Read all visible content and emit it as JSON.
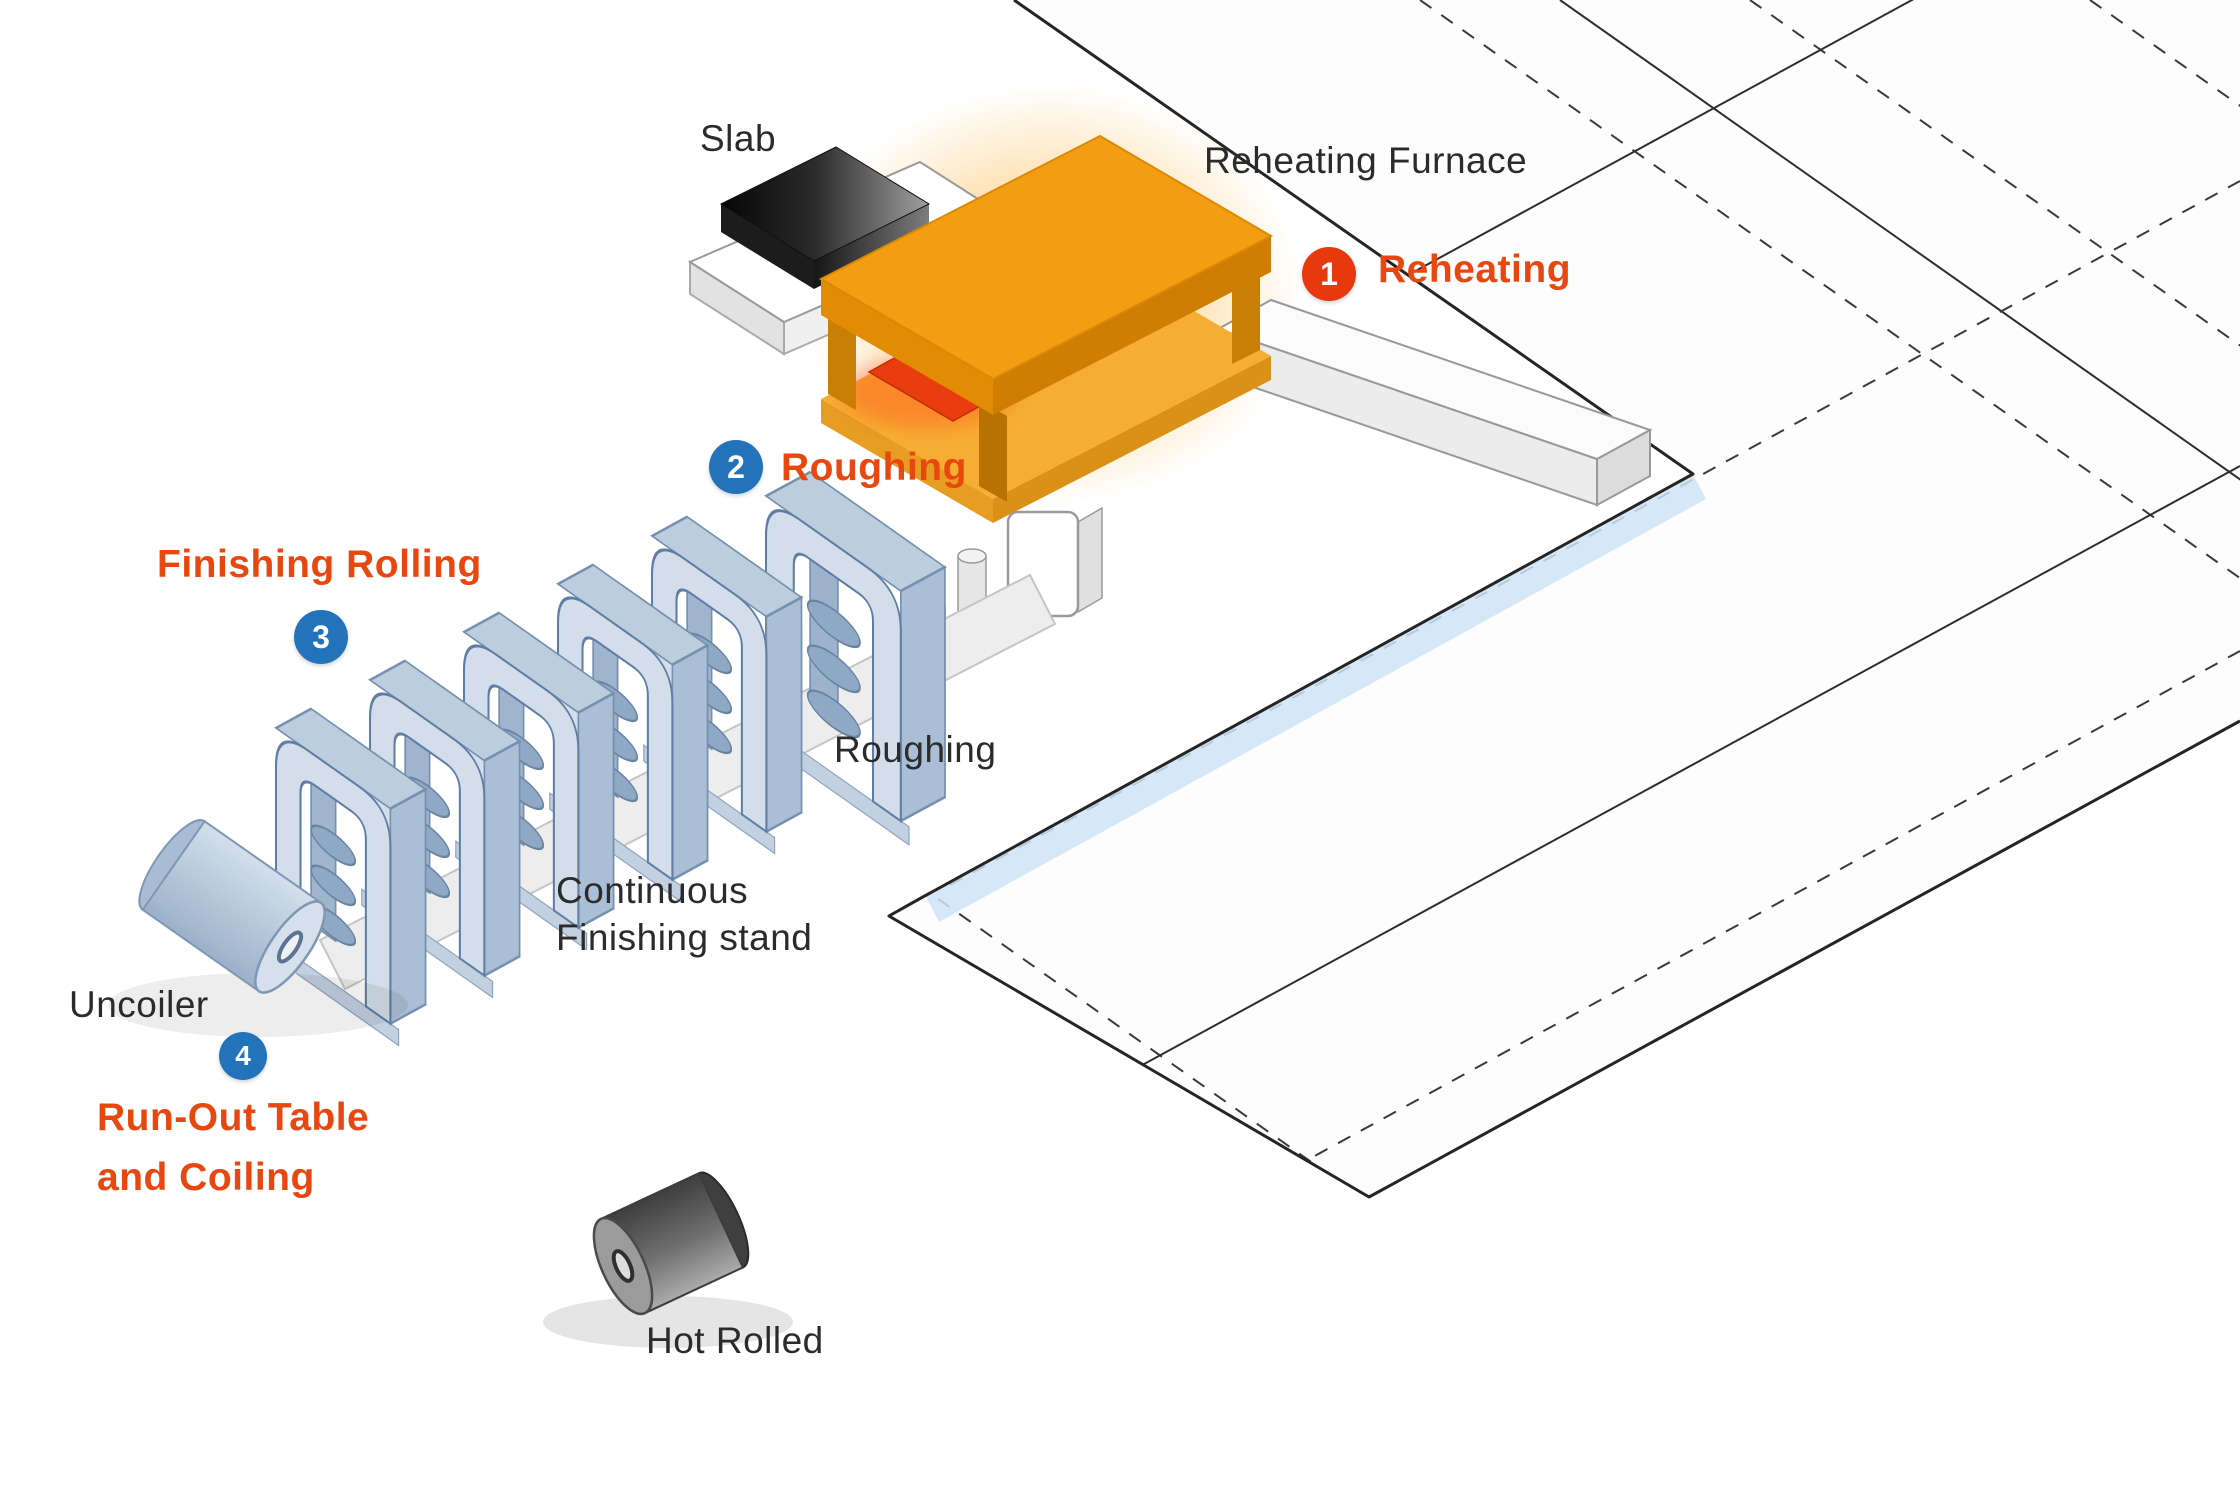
{
  "diagram": {
    "type": "isometric-process-diagram",
    "subject": "Hot rolling mill process",
    "labels": {
      "slab": "Slab",
      "reheating_furnace": "Reheating Furnace",
      "roughing": "Roughing",
      "continuous_finishing_line1": "Continuous",
      "continuous_finishing_line2": "Finishing stand",
      "uncoiler": "Uncoiler",
      "hot_rolled": "Hot Rolled"
    },
    "steps": [
      {
        "number": "1",
        "label": "Reheating",
        "badge_color": "#e8380d"
      },
      {
        "number": "2",
        "label": "Roughing",
        "badge_color": "#2373ba"
      },
      {
        "number": "3",
        "label": "Finishing Rolling",
        "badge_color": "#2373ba"
      },
      {
        "number": "4",
        "label_line1": "Run-Out Table",
        "label_line2": "and Coiling",
        "badge_color": "#2373ba"
      }
    ],
    "colors": {
      "step_text": "#e8480f",
      "label_text": "#2b2b2b",
      "furnace_orange": "#f49d13",
      "machine_blue": "#d3deea",
      "floor_stripe_blue": "#cfe4f7",
      "hot_slab_red": "#ea3d0f"
    }
  }
}
